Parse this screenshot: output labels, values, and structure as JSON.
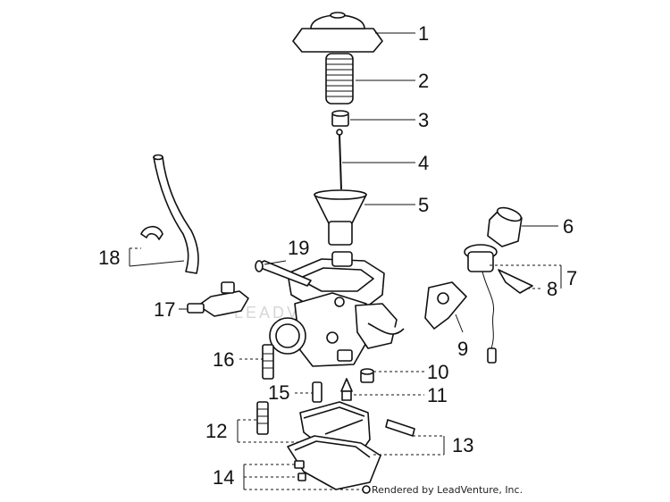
{
  "labels": {
    "p1": "1",
    "p2": "2",
    "p3": "3",
    "p4": "4",
    "p5": "5",
    "p6": "6",
    "p7": "7",
    "p8": "8",
    "p9": "9",
    "p10": "10",
    "p11": "11",
    "p12": "12",
    "p13": "13",
    "p14": "14",
    "p15": "15",
    "p16": "16",
    "p17": "17",
    "p18": "18",
    "p19": "19"
  },
  "watermark": "LEADVENTURE",
  "credit": "Rendered by LeadVenture, Inc."
}
